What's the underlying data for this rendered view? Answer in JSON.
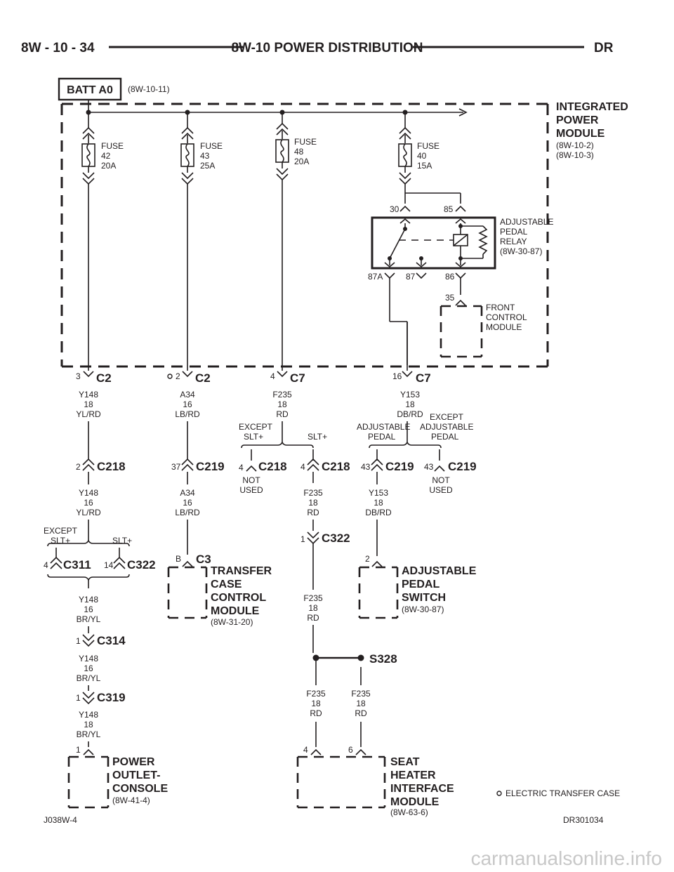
{
  "header": {
    "page": "8W - 10 - 34",
    "title": "8W-10 POWER DISTRIBUTION",
    "model": "DR"
  },
  "batt": {
    "label": "BATT A0",
    "ref": "(8W-10-11)"
  },
  "ipm": {
    "line1": "INTEGRATED",
    "line2": "POWER",
    "line3": "MODULE",
    "ref1": "(8W-10-2)",
    "ref2": "(8W-10-3)"
  },
  "fuses": [
    {
      "l1": "FUSE",
      "l2": "42",
      "l3": "20A"
    },
    {
      "l1": "FUSE",
      "l2": "43",
      "l3": "25A"
    },
    {
      "l1": "FUSE",
      "l2": "48",
      "l3": "20A"
    },
    {
      "l1": "FUSE",
      "l2": "40",
      "l3": "15A"
    }
  ],
  "relay": {
    "l1": "ADJUSTABLE",
    "l2": "PEDAL",
    "l3": "RELAY",
    "l4": "(8W-30-87)",
    "p30": "30",
    "p85": "85",
    "p87a": "87A",
    "p87": "87",
    "p86": "86"
  },
  "fcm": {
    "pin": "35",
    "l1": "FRONT",
    "l2": "CONTROL",
    "l3": "MODULE"
  },
  "ipm_connectors": [
    {
      "pin": "3",
      "name": "C2"
    },
    {
      "pin": "2",
      "name": "C2"
    },
    {
      "pin": "4",
      "name": "C7"
    },
    {
      "pin": "16",
      "name": "C7"
    }
  ],
  "wires": {
    "w1a": {
      "c": "Y148",
      "g": "18",
      "col": "YL/RD"
    },
    "w1b": {
      "c": "Y148",
      "g": "16",
      "col": "YL/RD"
    },
    "w1c": {
      "c": "Y148",
      "g": "16",
      "col": "BR/YL"
    },
    "w1d": {
      "c": "Y148",
      "g": "16",
      "col": "BR/YL"
    },
    "w1e": {
      "c": "Y148",
      "g": "18",
      "col": "BR/YL"
    },
    "w2a": {
      "c": "A34",
      "g": "16",
      "col": "LB/RD"
    },
    "w2b": {
      "c": "A34",
      "g": "16",
      "col": "LB/RD"
    },
    "w3a": {
      "c": "F235",
      "g": "18",
      "col": "RD"
    },
    "w3b": {
      "c": "F235",
      "g": "18",
      "col": "RD"
    },
    "w3c": {
      "c": "F235",
      "g": "18",
      "col": "RD"
    },
    "w3d": {
      "c": "F235",
      "g": "18",
      "col": "RD"
    },
    "w3e": {
      "c": "F235",
      "g": "18",
      "col": "RD"
    },
    "w4a": {
      "c": "Y153",
      "g": "18",
      "col": "DB/RD"
    },
    "w4b": {
      "c": "Y153",
      "g": "18",
      "col": "DB/RD"
    }
  },
  "options": {
    "except_slt": "EXCEPT",
    "except_slt2": "SLT+",
    "slt": "SLT+",
    "adj_pedal1": "ADJUSTABLE",
    "adj_pedal2": "PEDAL",
    "except_adj1": "EXCEPT",
    "except_adj2": "ADJUSTABLE",
    "except_adj3": "PEDAL",
    "not_used1": "NOT",
    "not_used2": "USED"
  },
  "connectors": {
    "c218a": {
      "pin": "2",
      "name": "C218"
    },
    "c219a": {
      "pin": "37",
      "name": "C219"
    },
    "c218b": {
      "pin": "4",
      "name": "C218"
    },
    "c218c": {
      "pin": "4",
      "name": "C218"
    },
    "c219b": {
      "pin": "43",
      "name": "C219"
    },
    "c219c": {
      "pin": "43",
      "name": "C219"
    },
    "c311": {
      "pin": "4",
      "name": "C311"
    },
    "c322a": {
      "pin": "14",
      "name": "C322"
    },
    "c322b": {
      "pin": "1",
      "name": "C322"
    },
    "c314": {
      "pin": "1",
      "name": "C314"
    },
    "c319": {
      "pin": "1",
      "name": "C319"
    },
    "c3": {
      "pin": "B",
      "name": "C3"
    },
    "s328": {
      "name": "S328"
    }
  },
  "modules": {
    "tccm": {
      "l1": "TRANSFER",
      "l2": "CASE",
      "l3": "CONTROL",
      "l4": "MODULE",
      "ref": "(8W-31-20)"
    },
    "aps": {
      "pin": "2",
      "l1": "ADJUSTABLE",
      "l2": "PEDAL",
      "l3": "SWITCH",
      "ref": "(8W-30-87)"
    },
    "poc": {
      "pin": "1",
      "l1": "POWER",
      "l2": "OUTLET-",
      "l3": "CONSOLE",
      "ref": "(8W-41-4)"
    },
    "shim": {
      "pin4": "4",
      "pin6": "6",
      "l1": "SEAT",
      "l2": "HEATER",
      "l3": "INTERFACE",
      "l4": "MODULE",
      "ref": "(8W-63-6)"
    }
  },
  "legend": {
    "text": "ELECTRIC TRANSFER CASE"
  },
  "footer": {
    "left": "J038W-4",
    "right": "DR301034"
  },
  "watermark": "carmanualsonline.info"
}
